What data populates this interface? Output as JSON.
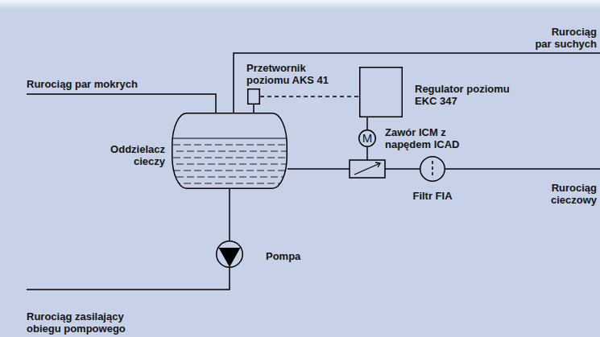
{
  "diagram": {
    "nodes": [
      {
        "text": [
          "Oddzielacz cieczy"
        ]
      },
      {
        "text": [
          "Przetwornik poziomu AKS 41"
        ]
      },
      {
        "text": [
          "Regulator poziomu EKC 347"
        ]
      },
      {
        "text": [
          "M",
          "Zawór ICM z napędem ICAD"
        ]
      },
      {
        "text": [
          "Filtr FIA"
        ]
      },
      {
        "text": [
          "Pompa"
        ]
      }
    ],
    "edges": [
      {
        "from": 1,
        "to": 2,
        "arrow": "none"
      },
      {
        "from": 2,
        "to": 3,
        "arrow": "none"
      },
      {
        "from": 0,
        "to": 4,
        "arrow": "none"
      },
      {
        "from": 0,
        "to": 5,
        "arrow": "none"
      }
    ],
    "labels": [
      "Rurociąg par mokrych",
      "Rurociąg par suchych",
      "Rurociąg cieczowy",
      "Rurociąg zasilający obiegu pompowego"
    ]
  }
}
